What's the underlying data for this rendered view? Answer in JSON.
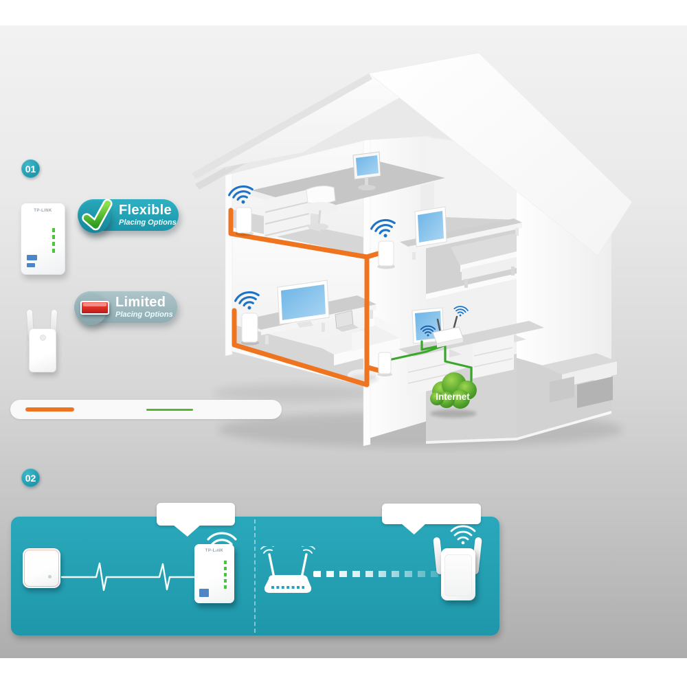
{
  "sections": {
    "step1": {
      "number": "01"
    },
    "step2": {
      "number": "02"
    }
  },
  "callouts": {
    "flexible": {
      "title": "Flexible",
      "subtitle": "Placing Options",
      "icon": "check-icon",
      "badge_color": "#1e9cb0"
    },
    "limited": {
      "title": "Limited",
      "subtitle": "Placing Options",
      "icon": "blocked-icon",
      "badge_color": "#97b5ba"
    }
  },
  "house": {
    "internet_label": "Internet"
  },
  "devices": {
    "brand": "TP-LINK"
  },
  "legend": {
    "powerline_color": "#ee7420",
    "ethernet_color": "#56b62f"
  },
  "colors": {
    "banner_teal": "#27a3b6",
    "wifi_blue": "#1d74c6",
    "limited_red": "#d32b20",
    "internet_green": "#2f8a1d"
  }
}
